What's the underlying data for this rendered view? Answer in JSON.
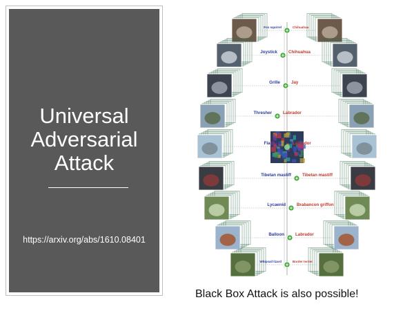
{
  "slide": {
    "title_lines": [
      "Universal",
      "Adversarial",
      "Attack"
    ],
    "url": "https://arxiv.org/abs/1610.08401",
    "caption": "Black Box Attack is also possible!"
  },
  "figure": {
    "left_labels": [
      "Fox squirrel",
      "Joystick",
      "Grille",
      "Thresher",
      "Flagpole",
      "Tibetan mastiff",
      "Lycaenid",
      "Balloon",
      "Whipsail lizard"
    ],
    "right_labels": [
      "Chihuahua",
      "Chihuahua",
      "Jay",
      "Labrador",
      "Labrador",
      "Tibetan mastiff",
      "Brabancon griffon",
      "Labrador",
      "Border terrier"
    ],
    "colors": {
      "left_label": "#2b3a9c",
      "right_label": "#c0392b",
      "node": "#3fa535",
      "frame": "#2e6b4a"
    }
  }
}
